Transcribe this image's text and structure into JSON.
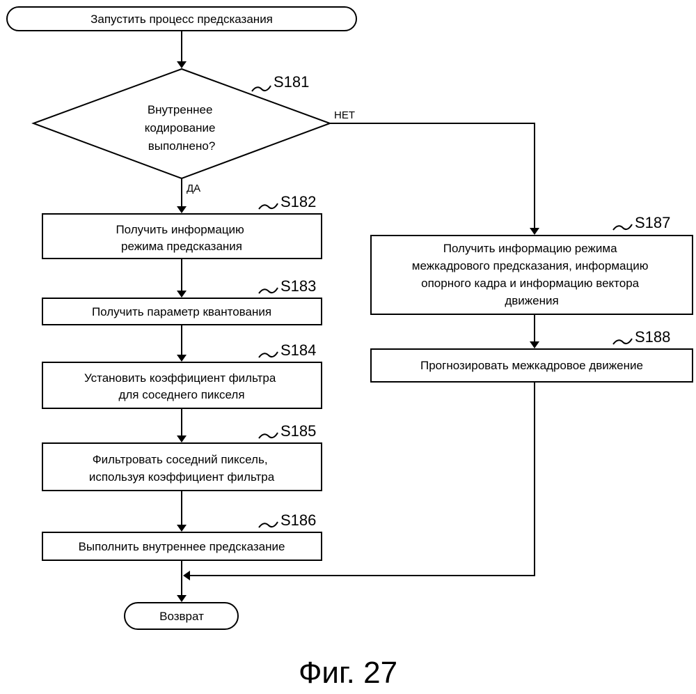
{
  "nodes": {
    "start": {
      "lines": [
        "Запустить процесс предсказания"
      ]
    },
    "decision": {
      "step": "S181",
      "lines": [
        "Внутреннее",
        "кодирование",
        "выполнено?"
      ]
    },
    "s182": {
      "step": "S182",
      "lines": [
        "Получить информацию",
        "режима предсказания"
      ]
    },
    "s183": {
      "step": "S183",
      "lines": [
        "Получить параметр квантования"
      ]
    },
    "s184": {
      "step": "S184",
      "lines": [
        "Установить коэффициент фильтра",
        "для соседнего пикселя"
      ]
    },
    "s185": {
      "step": "S185",
      "lines": [
        "Фильтровать соседний пиксель,",
        "используя коэффициент фильтра"
      ]
    },
    "s186": {
      "step": "S186",
      "lines": [
        "Выполнить внутреннее предсказание"
      ]
    },
    "s187": {
      "step": "S187",
      "lines": [
        "Получить информацию режима",
        "межкадрового предсказания, информацию",
        "опорного кадра и информацию вектора",
        "движения"
      ]
    },
    "s188": {
      "step": "S188",
      "lines": [
        "Прогнозировать межкадровое движение"
      ]
    },
    "end": {
      "lines": [
        "Возврат"
      ]
    }
  },
  "branches": {
    "yes": "ДА",
    "no": "НЕТ"
  },
  "caption": "Фиг. 27"
}
